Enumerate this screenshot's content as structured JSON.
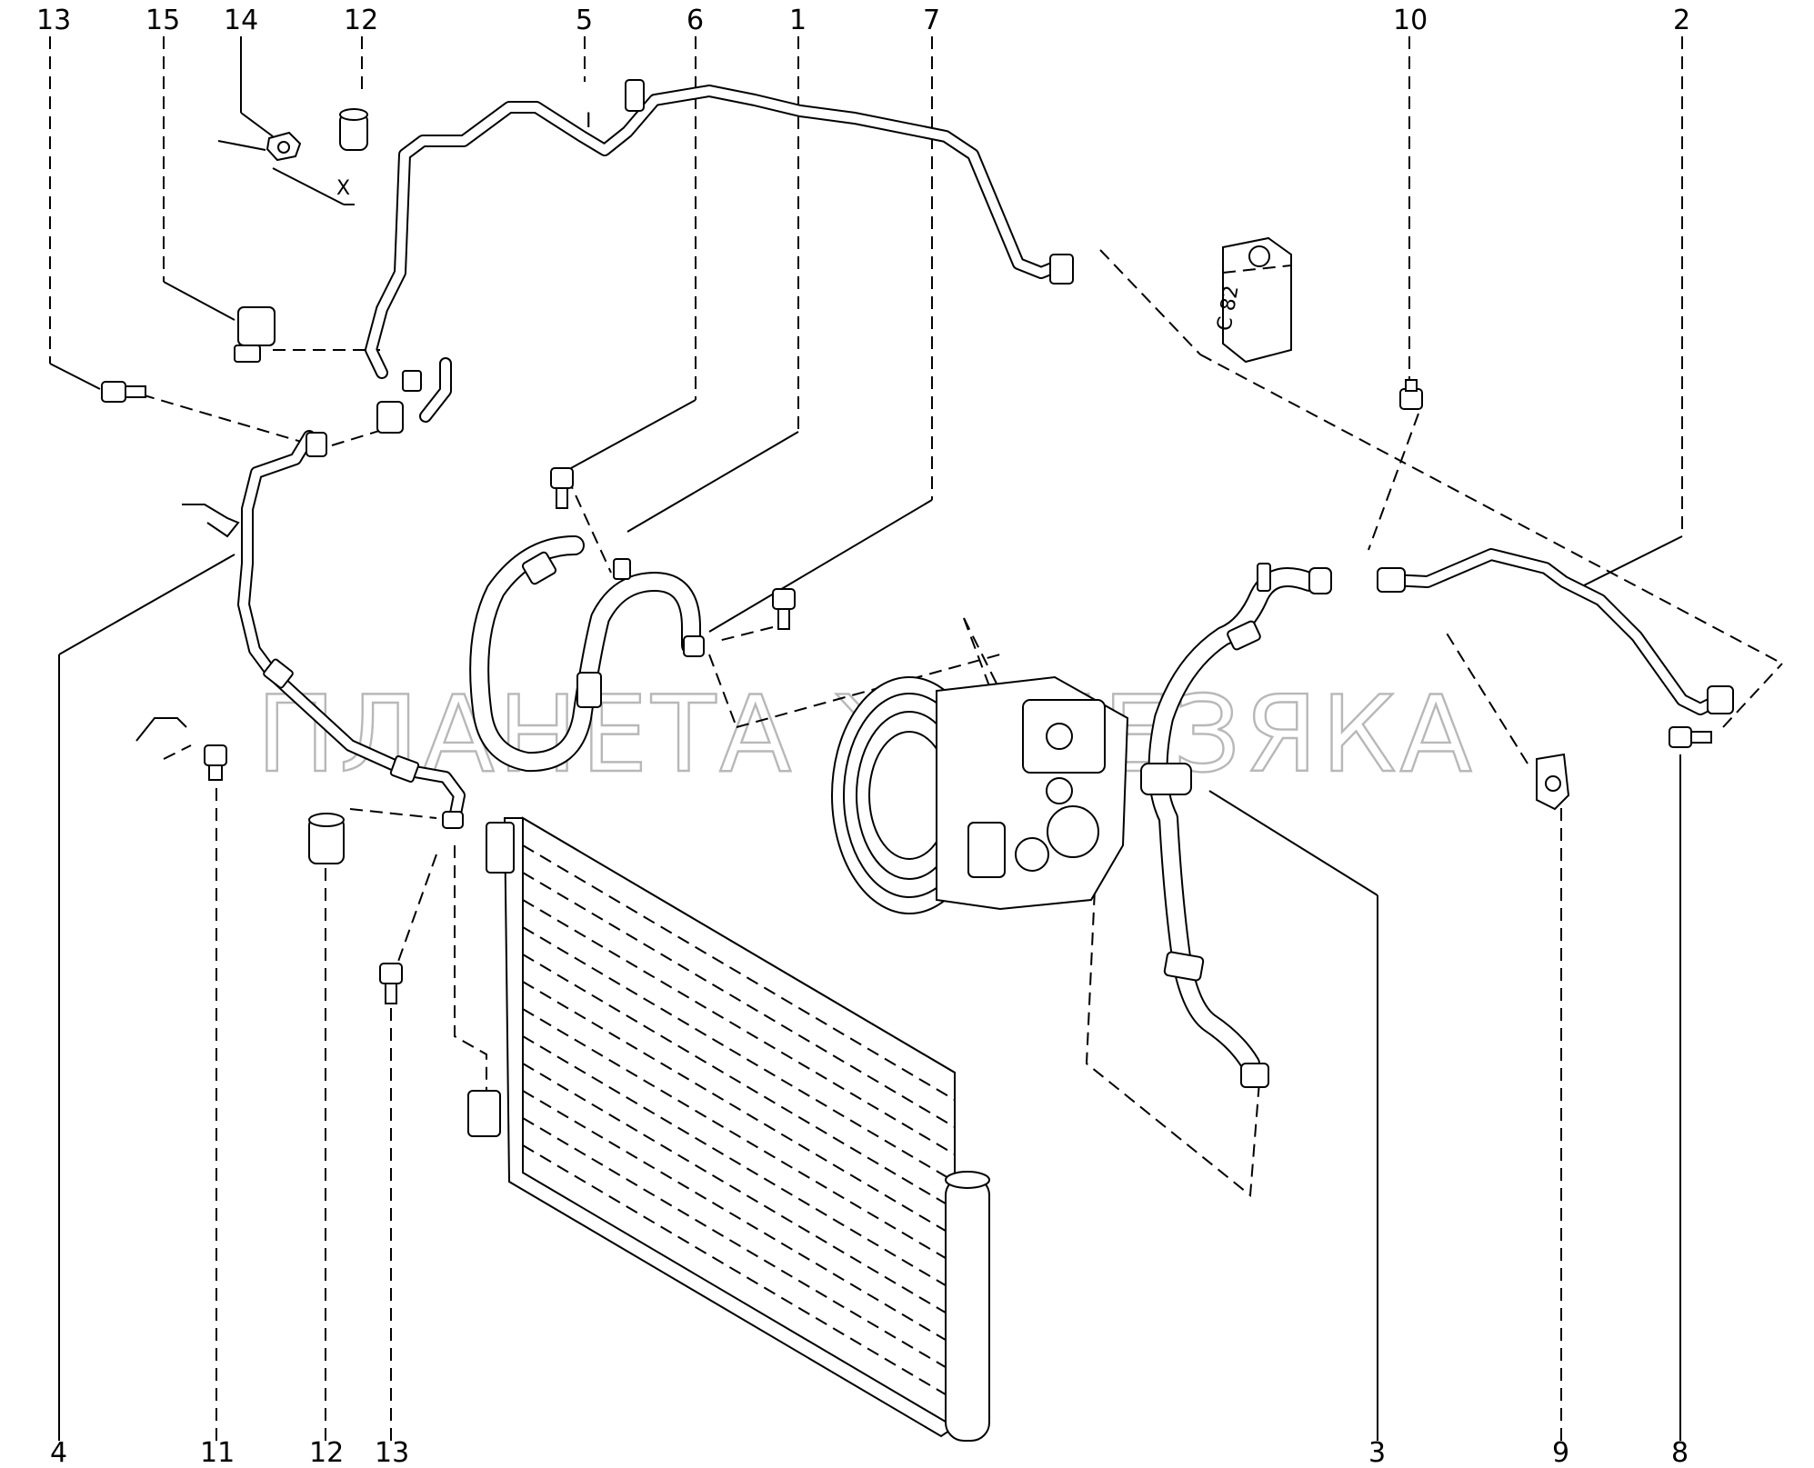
{
  "callouts_top": [
    {
      "id": "c13t",
      "text": "13"
    },
    {
      "id": "c15t",
      "text": "15"
    },
    {
      "id": "c14t",
      "text": "14"
    },
    {
      "id": "c12t",
      "text": "12"
    },
    {
      "id": "c5t",
      "text": "5"
    },
    {
      "id": "c6t",
      "text": "6"
    },
    {
      "id": "c1t",
      "text": "1"
    },
    {
      "id": "c7t",
      "text": "7"
    },
    {
      "id": "c10t",
      "text": "10"
    },
    {
      "id": "c2t",
      "text": "2"
    }
  ],
  "callouts_bottom": [
    {
      "id": "c4b",
      "text": "4"
    },
    {
      "id": "c11b",
      "text": "11"
    },
    {
      "id": "c12b",
      "text": "12"
    },
    {
      "id": "c13b",
      "text": "13"
    },
    {
      "id": "c3b",
      "text": "3"
    },
    {
      "id": "c9b",
      "text": "9"
    },
    {
      "id": "c8b",
      "text": "8"
    }
  ],
  "marks": {
    "x_mark": "X",
    "i_mark": "I",
    "valve_code": "C 82"
  },
  "watermark": "ПЛАНЕТА ЖЕЛЕЗЯКА"
}
